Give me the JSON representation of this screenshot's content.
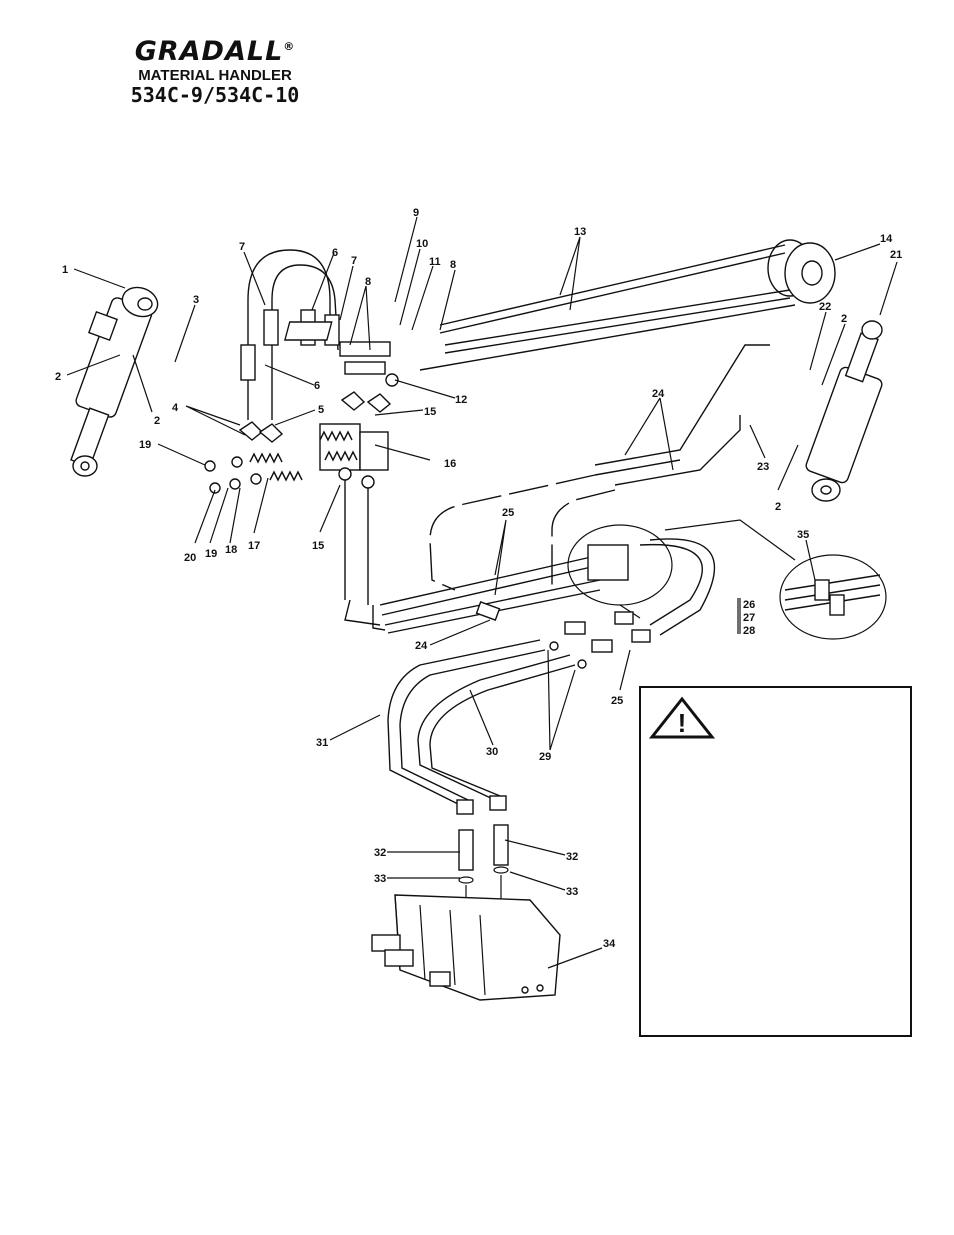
{
  "header": {
    "brand": "GRADALL",
    "registered": "®",
    "subtitle": "MATERIAL HANDLER",
    "model": "534C-9/534C-10"
  },
  "callouts": [
    {
      "id": "c1",
      "text": "1"
    },
    {
      "id": "c2a",
      "text": "2"
    },
    {
      "id": "c2b",
      "text": "2"
    },
    {
      "id": "c2c",
      "text": "2"
    },
    {
      "id": "c2d",
      "text": "2"
    },
    {
      "id": "c3",
      "text": "3"
    },
    {
      "id": "c4",
      "text": "4"
    },
    {
      "id": "c5",
      "text": "5"
    },
    {
      "id": "c6a",
      "text": "6"
    },
    {
      "id": "c6b",
      "text": "6"
    },
    {
      "id": "c7a",
      "text": "7"
    },
    {
      "id": "c7b",
      "text": "7"
    },
    {
      "id": "c8a",
      "text": "8"
    },
    {
      "id": "c8b",
      "text": "8"
    },
    {
      "id": "c9",
      "text": "9"
    },
    {
      "id": "c10",
      "text": "10"
    },
    {
      "id": "c11",
      "text": "11"
    },
    {
      "id": "c12",
      "text": "12"
    },
    {
      "id": "c13",
      "text": "13"
    },
    {
      "id": "c14",
      "text": "14"
    },
    {
      "id": "c15a",
      "text": "15"
    },
    {
      "id": "c15b",
      "text": "15"
    },
    {
      "id": "c16",
      "text": "16"
    },
    {
      "id": "c17",
      "text": "17"
    },
    {
      "id": "c18",
      "text": "18"
    },
    {
      "id": "c19a",
      "text": "19"
    },
    {
      "id": "c19b",
      "text": "19"
    },
    {
      "id": "c20",
      "text": "20"
    },
    {
      "id": "c21",
      "text": "21"
    },
    {
      "id": "c22",
      "text": "22"
    },
    {
      "id": "c23",
      "text": "23"
    },
    {
      "id": "c24a",
      "text": "24"
    },
    {
      "id": "c24b",
      "text": "24"
    },
    {
      "id": "c25a",
      "text": "25"
    },
    {
      "id": "c25b",
      "text": "25"
    },
    {
      "id": "c26",
      "text": "26"
    },
    {
      "id": "c27",
      "text": "27"
    },
    {
      "id": "c28",
      "text": "28"
    },
    {
      "id": "c29",
      "text": "29"
    },
    {
      "id": "c30",
      "text": "30"
    },
    {
      "id": "c31",
      "text": "31"
    },
    {
      "id": "c32a",
      "text": "32"
    },
    {
      "id": "c32b",
      "text": "32"
    },
    {
      "id": "c33a",
      "text": "33"
    },
    {
      "id": "c33b",
      "text": "33"
    },
    {
      "id": "c34",
      "text": "34"
    },
    {
      "id": "c35",
      "text": "35"
    }
  ],
  "warning": {
    "icon": "warning-triangle-icon",
    "symbol": "!"
  }
}
